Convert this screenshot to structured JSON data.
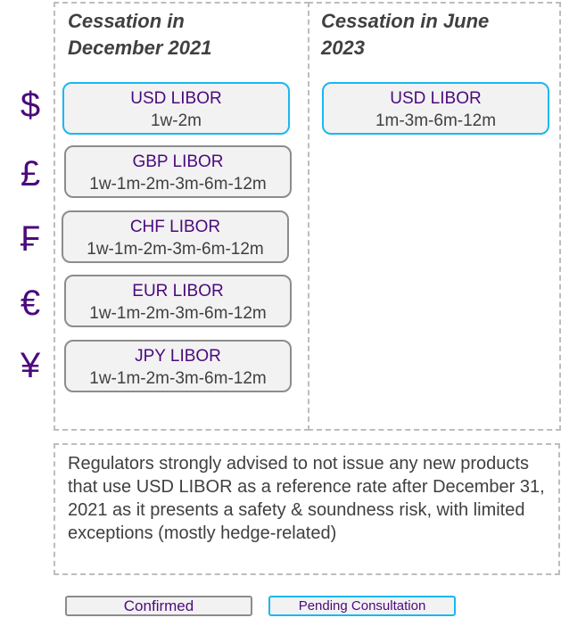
{
  "columns": [
    {
      "title": "Cessation in December 2021"
    },
    {
      "title": "Cessation in June 2023"
    }
  ],
  "currency_symbols": [
    "$",
    "£",
    "₣",
    "€",
    "¥"
  ],
  "december_2021": [
    {
      "name": "USD LIBOR",
      "tenors": "1w-2m",
      "status": "pending"
    },
    {
      "name": "GBP LIBOR",
      "tenors": "1w-1m-2m-3m-6m-12m",
      "status": "confirmed"
    },
    {
      "name": "CHF LIBOR",
      "tenors": "1w-1m-2m-3m-6m-12m",
      "status": "confirmed"
    },
    {
      "name": "EUR LIBOR",
      "tenors": "1w-1m-2m-3m-6m-12m",
      "status": "confirmed"
    },
    {
      "name": "JPY LIBOR",
      "tenors": "1w-1m-2m-3m-6m-12m",
      "status": "confirmed"
    }
  ],
  "june_2023": [
    {
      "name": "USD LIBOR",
      "tenors": "1m-3m-6m-12m",
      "status": "pending"
    }
  ],
  "note": "Regulators strongly advised to not issue any new products that use USD LIBOR as a reference rate after December 31, 2021 as it presents a safety & soundness risk, with limited exceptions (mostly hedge-related)",
  "legend": {
    "confirmed": "Confirmed",
    "pending": "Pending Consultation"
  },
  "colors": {
    "purple": "#4b0a7d",
    "pending_border": "#1ab8f0",
    "confirmed_border": "#8c8c8c",
    "box_fill": "#f2f2f2"
  }
}
